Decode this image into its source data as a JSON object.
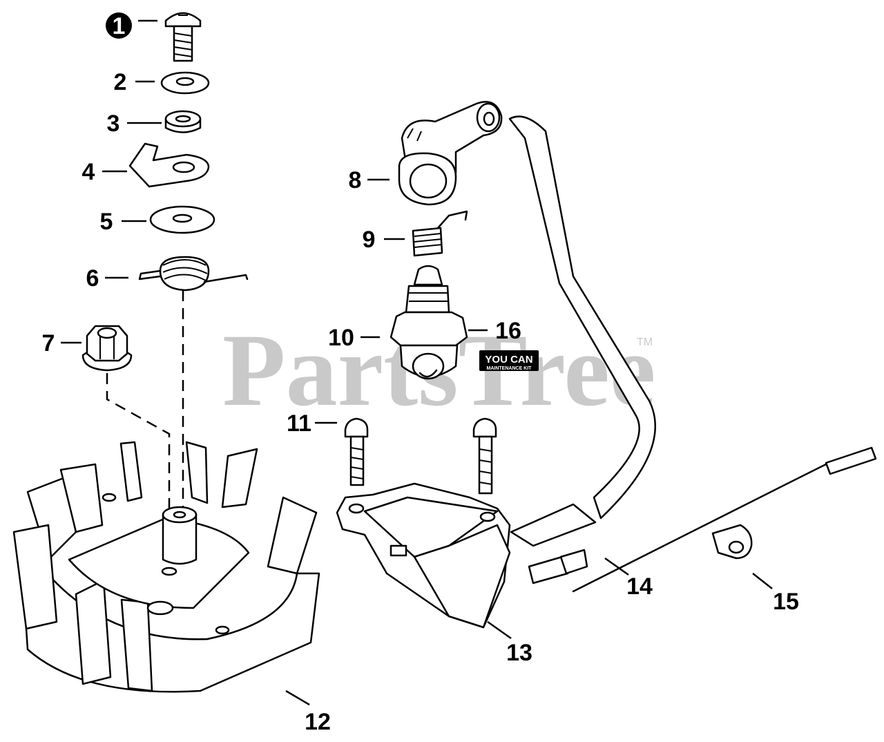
{
  "watermark": {
    "text": "PartsTree",
    "trademark": "TM"
  },
  "kit_badge": {
    "line1": "YOU CAN",
    "line2": "MAINTENANCE KIT"
  },
  "callouts": [
    {
      "number": "1",
      "filled": true
    },
    {
      "number": "2"
    },
    {
      "number": "3"
    },
    {
      "number": "4"
    },
    {
      "number": "5"
    },
    {
      "number": "6"
    },
    {
      "number": "7"
    },
    {
      "number": "8"
    },
    {
      "number": "9"
    },
    {
      "number": "10"
    },
    {
      "number": "11"
    },
    {
      "number": "12"
    },
    {
      "number": "13"
    },
    {
      "number": "14"
    },
    {
      "number": "15"
    },
    {
      "number": "16"
    }
  ]
}
